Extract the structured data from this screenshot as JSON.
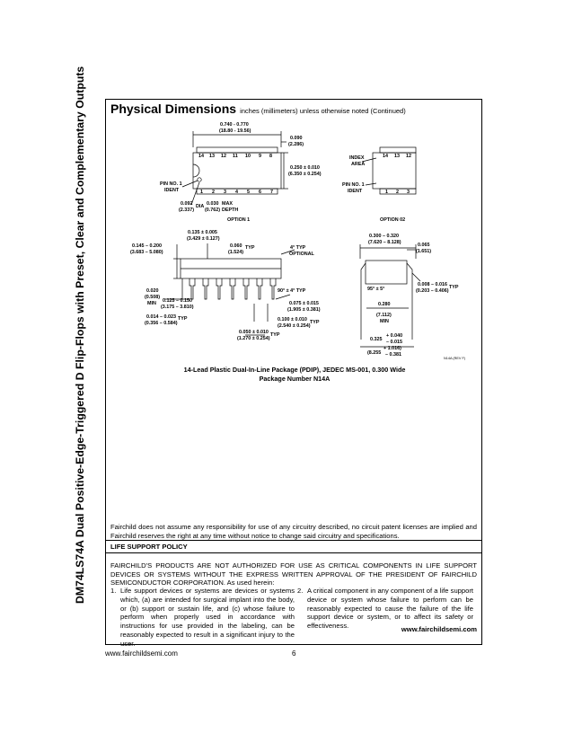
{
  "side_title": "DM74LS74A Dual Positive-Edge-Triggered D Flip-Flops with Preset, Clear and Complementary Outputs",
  "section": {
    "title": "Physical Dimensions",
    "subtitle": "inches (millimeters) unless otherwise noted (Continued)"
  },
  "drawing": {
    "top_width": "0.740 - 0.770",
    "top_width_mm": "(18.80 - 19.56)",
    "pins_top": [
      "14",
      "13",
      "12",
      "11",
      "10",
      "9",
      "8"
    ],
    "pins_bottom": [
      "1",
      "2",
      "3",
      "4",
      "5",
      "6",
      "7"
    ],
    "pins_opt2_top": [
      "14",
      "13",
      "12"
    ],
    "pins_opt2_bottom": [
      "1",
      "2",
      "3"
    ],
    "d090": "0.090",
    "d090_mm": "(2.286)",
    "body_width": "0.250 ± 0.010",
    "body_width_mm": "(6.350 ± 0.254)",
    "pin1_ident_a": "PIN NO. 1",
    "pin1_ident_b": "IDENT",
    "index_area_a": "INDEX",
    "index_area_b": "AREA",
    "dia_value": "0.092",
    "dia_label": "DIA",
    "dia_mm": "(2.337)",
    "depth_value": "0.030",
    "depth_label": "MAX",
    "depth_mm": "(0.762)",
    "depth_word": "DEPTH",
    "option1": "OPTION 1",
    "option2": "OPTION 02",
    "d135": "0.135 ± 0.005",
    "d135_mm": "(3.429 ± 0.127)",
    "d145": "0.145 – 0.200",
    "d145_mm": "(3.683 – 5.080)",
    "d060": "0.060",
    "d060_mm": "(1.524)",
    "typ": "TYP",
    "angle4": "4° TYP",
    "optional": "OPTIONAL",
    "d300": "0.300 – 0.320",
    "d300_mm": "(7.620 – 8.128)",
    "d065": "0.065",
    "d065_mm": "(1.651)",
    "d020": "0.020",
    "d020_mm": "(0.508)",
    "min": "MIN",
    "d125": "0.125 – 0.150",
    "d125_mm": "(3.175 – 3.810)",
    "d014": "0.014 – 0.023",
    "d014_mm": "(0.356 – 0.584)",
    "angle90": "90° ± 4° TYP",
    "d075": "0.075 ± 0.015",
    "d075_mm": "(1.905 ± 0.381)",
    "d100": "0.100 ± 0.010",
    "d100_mm": "(2.540 ± 0.254)",
    "d050": "0.050 ± 0.010",
    "d050_mm": "(1.270 ± 0.254)",
    "angle95": "95° ± 5°",
    "d008": "0.008 – 0.016",
    "d008_mm": "(0.203 – 0.406)",
    "d280": "0.280",
    "d280_mm": "(7.112)",
    "d280_min": "MIN",
    "d325": "0.325",
    "d325_tol_plus": "+ 0.040",
    "d325_tol_minus": "– 0.015",
    "d325_mm": "(8.255",
    "d325_mm_plus": "+ 1.016)",
    "d325_mm_minus": "– 0.381",
    "drawing_code": "N14A (REV F)"
  },
  "caption_line1": "14-Lead Plastic Dual-In-Line Package (PDIP), JEDEC MS-001, 0.300 Wide",
  "caption_line2": "Package Number N14A",
  "disclaimer": "Fairchild does not assume any responsibility for use of any circuitry described, no circuit patent licenses are implied and Fairchild reserves the right at any time without notice to change said circuitry and specifications.",
  "life_support": {
    "title": "LIFE SUPPORT POLICY",
    "intro": "FAIRCHILD'S PRODUCTS ARE NOT AUTHORIZED FOR USE AS CRITICAL COMPONENTS IN LIFE SUPPORT DEVICES OR SYSTEMS WITHOUT THE EXPRESS WRITTEN APPROVAL OF THE PRESIDENT OF FAIRCHILD SEMICONDUCTOR CORPORATION. As used herein:",
    "item1_num": "1.",
    "item1": "Life support devices or systems are devices or systems which, (a) are intended for surgical implant into the body, or (b) support or sustain life, and (c) whose failure to perform when properly used in accordance with instructions for use provided in the labeling, can be reasonably expected to result in a significant injury to the user.",
    "item2_num": "2.",
    "item2": "A critical component in any component of a life support device or system whose failure to perform can be reasonably expected to cause the failure of the life support device or system, or to affect its safety or effectiveness.",
    "url": "www.fairchildsemi.com"
  },
  "footer": {
    "url": "www.fairchildsemi.com",
    "page": "6"
  }
}
